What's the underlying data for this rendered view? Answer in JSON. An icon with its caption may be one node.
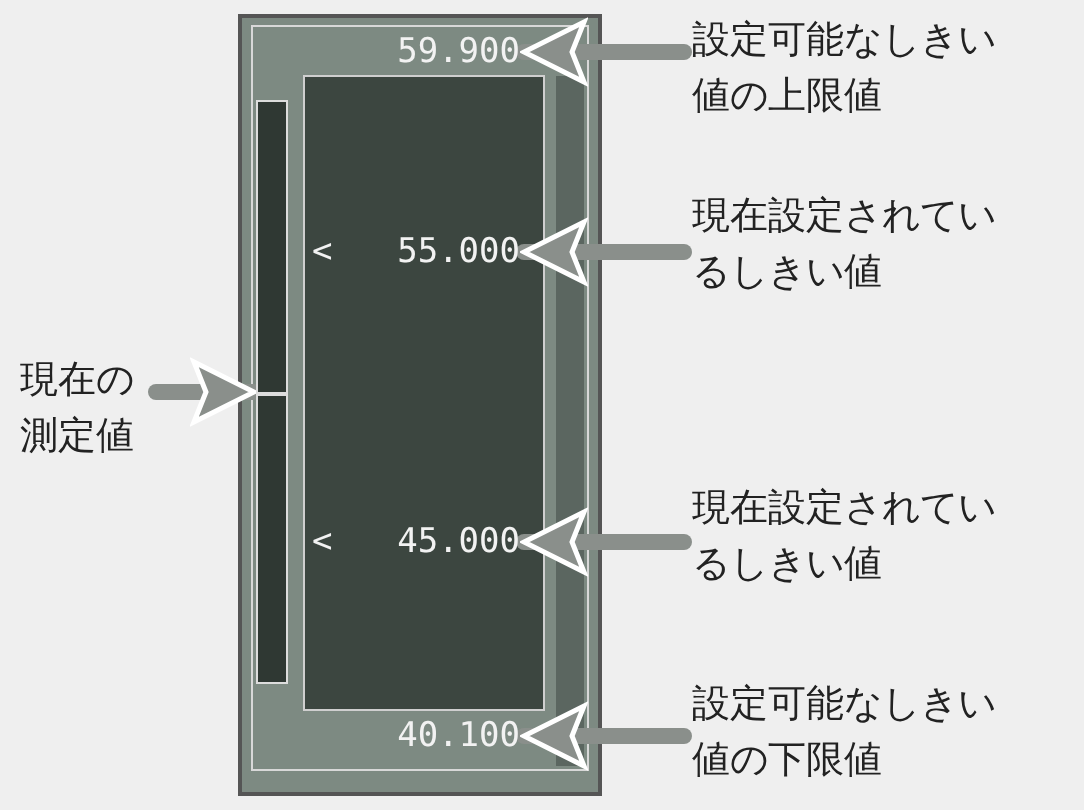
{
  "diagram": {
    "nodes": [
      {
        "text": [
          "59.900"
        ]
      },
      {
        "text": [
          "55.000"
        ]
      },
      {
        "text": [
          "45.000"
        ]
      },
      {
        "text": [
          "40.100"
        ]
      },
      {
        "text": [],
        "shape": "bar"
      },
      {
        "text": [
          "現在の測定値"
        ]
      },
      {
        "text": [
          "設定可能なしきい値の上限値"
        ]
      },
      {
        "text": [
          "現在設定されているしきい値"
        ]
      },
      {
        "text": [
          "現在設定されているしきい値"
        ]
      },
      {
        "text": [
          "設定可能なしきい値の下限値"
        ]
      }
    ],
    "edges": [
      {
        "from": 5,
        "to": 4,
        "arrow": "to"
      },
      {
        "from": 6,
        "to": 0,
        "arrow": "to"
      },
      {
        "from": 7,
        "to": 1,
        "arrow": "to"
      },
      {
        "from": 8,
        "to": 2,
        "arrow": "to"
      },
      {
        "from": 9,
        "to": 3,
        "arrow": "to"
      }
    ],
    "labels": [
      "<",
      "<"
    ]
  }
}
